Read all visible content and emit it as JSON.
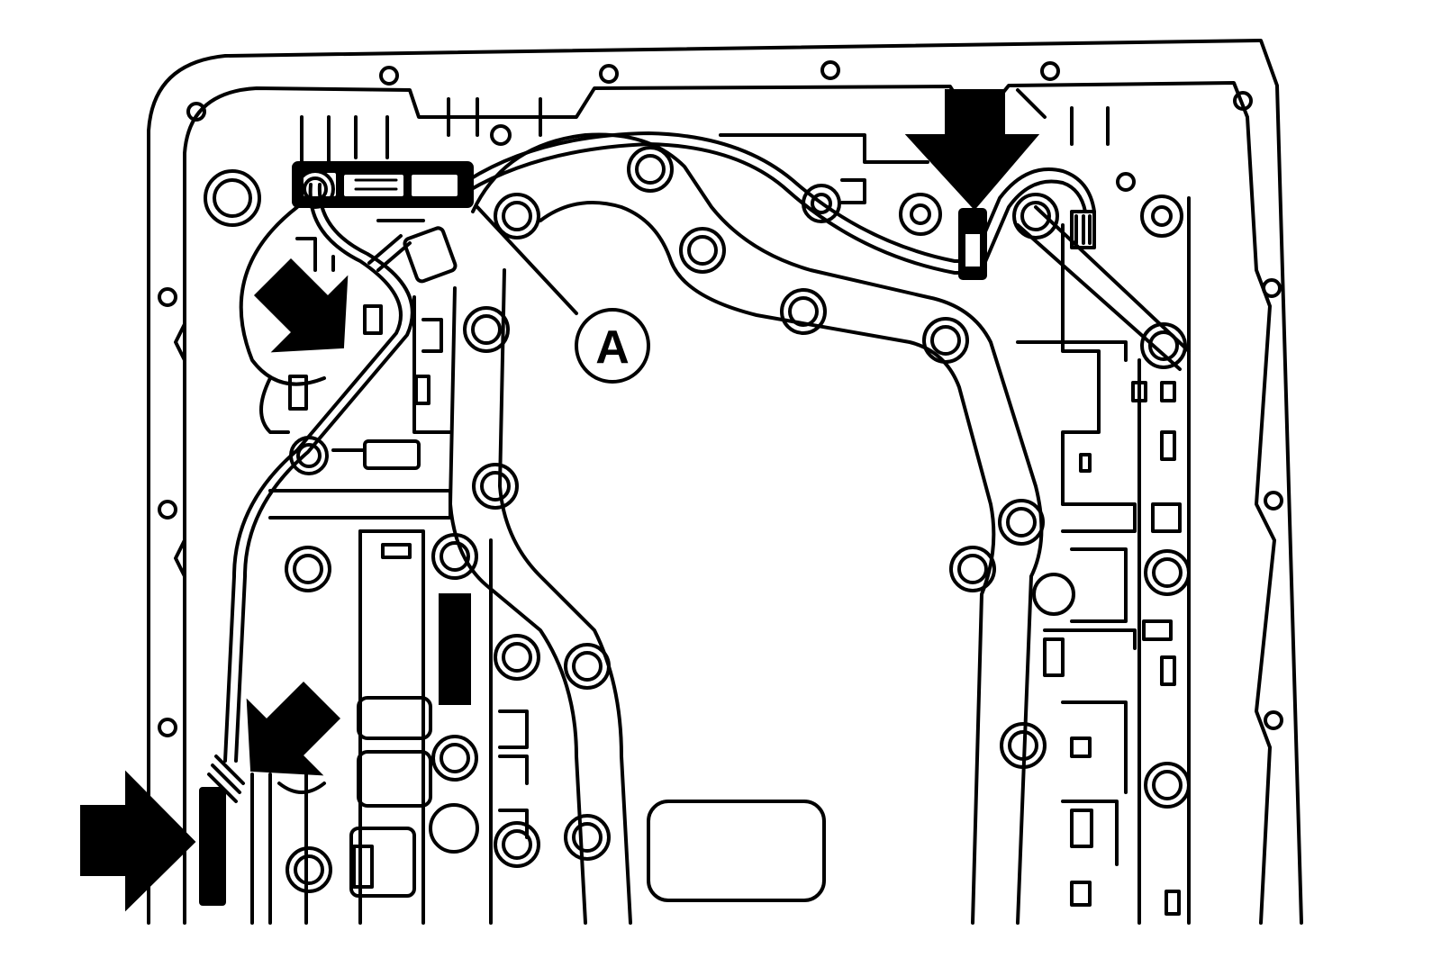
{
  "diagram": {
    "callout_label": "A",
    "colors": {
      "line": "#000000",
      "background": "#ffffff"
    },
    "arrows": [
      {
        "name": "arrow-down-top-right",
        "direction": "down"
      },
      {
        "name": "arrow-down-right-upper-left",
        "direction": "down-right"
      },
      {
        "name": "arrow-down-left-lower-left",
        "direction": "down-left"
      },
      {
        "name": "arrow-right-bottom-left",
        "direction": "right"
      }
    ]
  }
}
